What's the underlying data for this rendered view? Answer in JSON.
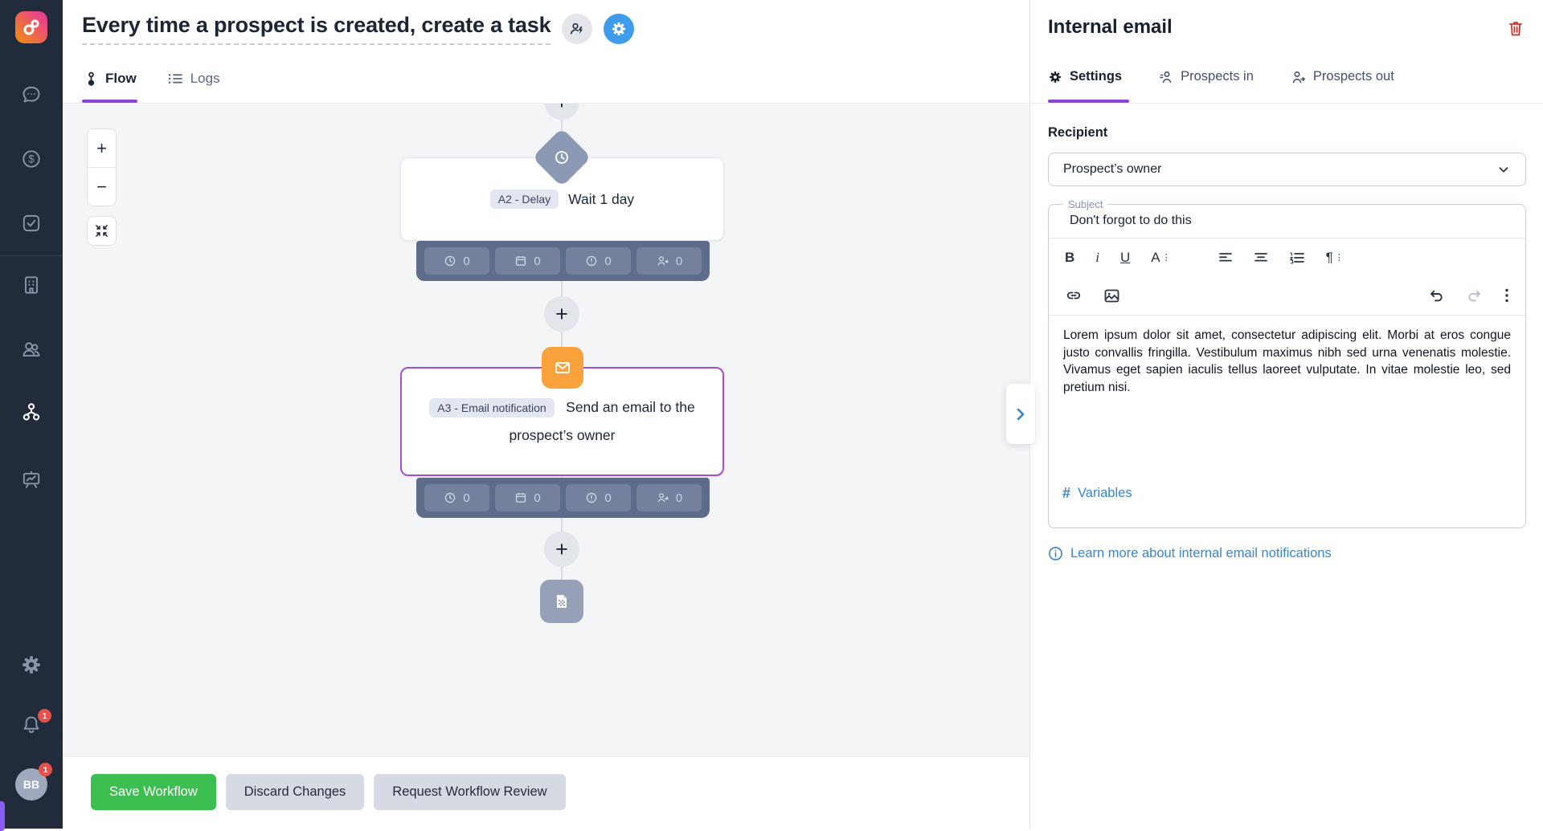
{
  "colors": {
    "accent_purple": "#8B44D6",
    "selected_border_purple": "#A44ED8",
    "node_orange": "#F9A23B",
    "save_green": "#3DBE51",
    "link_blue": "#3786D1",
    "gear_button_blue": "#3E9CEA",
    "trash_red": "#D0342C",
    "sidebar_bg": "#222B3C",
    "canvas_bg": "#F4F5F7",
    "node_gray": "#8C99B4",
    "stats_bar": "#5D6C8B"
  },
  "sidebar": {
    "notifications_badge": "1",
    "avatar": {
      "initials": "BB",
      "badge": "1"
    }
  },
  "header": {
    "title": "Every time a prospect is created, create a task",
    "tabs": {
      "flow": "Flow",
      "logs": "Logs"
    }
  },
  "canvas": {
    "zoom_in": "+",
    "zoom_out": "−",
    "add_step": "+",
    "nodes": [
      {
        "badge": "A2 - Delay",
        "label": "Wait 1 day",
        "type": "delay",
        "stats": [
          {
            "icon": "history",
            "value": "0"
          },
          {
            "icon": "calendar",
            "value": "0"
          },
          {
            "icon": "alert",
            "value": "0"
          },
          {
            "icon": "people-out",
            "value": "0"
          }
        ]
      },
      {
        "badge": "A3 - Email notification",
        "label": "Send an email to the prospect’s owner",
        "type": "email",
        "selected": true,
        "stats": [
          {
            "icon": "history",
            "value": "0"
          },
          {
            "icon": "calendar",
            "value": "0"
          },
          {
            "icon": "alert",
            "value": "0"
          },
          {
            "icon": "people-out",
            "value": "0"
          }
        ]
      }
    ]
  },
  "footer": {
    "save": "Save Workflow",
    "discard": "Discard Changes",
    "review": "Request Workflow Review"
  },
  "panel": {
    "title": "Internal email",
    "tabs": {
      "settings": "Settings",
      "prospects_in": "Prospects in",
      "prospects_out": "Prospects out"
    },
    "recipient": {
      "label": "Recipient",
      "value": "Prospect’s owner"
    },
    "subject": {
      "label": "Subject",
      "value": "Don't forgot to do this"
    },
    "toolbar": {
      "bold": "B",
      "italic": "i",
      "underline": "U",
      "textstyle": "A",
      "pilcrow": "¶",
      "dots": "⋮"
    },
    "editor": {
      "body": "Lorem ipsum dolor sit amet, consectetur adipiscing elit. Morbi at eros congue justo convallis fringilla. Vestibulum maximus nibh sed urna venenatis molestie. Vivamus eget sapien iaculis tellus laoreet vulputate. In vitae molestie leo, sed pretium nisi.",
      "variables_hash": "#",
      "variables": "Variables"
    },
    "learn_more": "Learn more about internal email notifications"
  }
}
